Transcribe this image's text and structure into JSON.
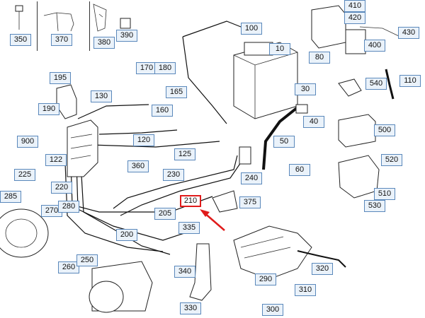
{
  "callouts": [
    {
      "label": "350",
      "highlighted": false
    },
    {
      "label": "370",
      "highlighted": false
    },
    {
      "label": "380",
      "highlighted": false
    },
    {
      "label": "390",
      "highlighted": false
    },
    {
      "label": "410",
      "highlighted": false
    },
    {
      "label": "420",
      "highlighted": false
    },
    {
      "label": "430",
      "highlighted": false
    },
    {
      "label": "400",
      "highlighted": false
    },
    {
      "label": "100",
      "highlighted": false
    },
    {
      "label": "10",
      "highlighted": false
    },
    {
      "label": "80",
      "highlighted": false
    },
    {
      "label": "110",
      "highlighted": false
    },
    {
      "label": "540",
      "highlighted": false
    },
    {
      "label": "30",
      "highlighted": false
    },
    {
      "label": "40",
      "highlighted": false
    },
    {
      "label": "500",
      "highlighted": false
    },
    {
      "label": "50",
      "highlighted": false
    },
    {
      "label": "520",
      "highlighted": false
    },
    {
      "label": "60",
      "highlighted": false
    },
    {
      "label": "510",
      "highlighted": false
    },
    {
      "label": "530",
      "highlighted": false
    },
    {
      "label": "195",
      "highlighted": false
    },
    {
      "label": "170",
      "highlighted": false
    },
    {
      "label": "180",
      "highlighted": false
    },
    {
      "label": "130",
      "highlighted": false
    },
    {
      "label": "165",
      "highlighted": false
    },
    {
      "label": "190",
      "highlighted": false
    },
    {
      "label": "160",
      "highlighted": false
    },
    {
      "label": "900",
      "highlighted": false
    },
    {
      "label": "120",
      "highlighted": false
    },
    {
      "label": "125",
      "highlighted": false
    },
    {
      "label": "122",
      "highlighted": false
    },
    {
      "label": "360",
      "highlighted": false
    },
    {
      "label": "230",
      "highlighted": false
    },
    {
      "label": "240",
      "highlighted": false
    },
    {
      "label": "225",
      "highlighted": false
    },
    {
      "label": "285",
      "highlighted": false
    },
    {
      "label": "220",
      "highlighted": false
    },
    {
      "label": "210",
      "highlighted": true
    },
    {
      "label": "375",
      "highlighted": false
    },
    {
      "label": "270",
      "highlighted": false
    },
    {
      "label": "280",
      "highlighted": false
    },
    {
      "label": "205",
      "highlighted": false
    },
    {
      "label": "200",
      "highlighted": false
    },
    {
      "label": "335",
      "highlighted": false
    },
    {
      "label": "260",
      "highlighted": false
    },
    {
      "label": "250",
      "highlighted": false
    },
    {
      "label": "340",
      "highlighted": false
    },
    {
      "label": "320",
      "highlighted": false
    },
    {
      "label": "290",
      "highlighted": false
    },
    {
      "label": "310",
      "highlighted": false
    },
    {
      "label": "330",
      "highlighted": false
    },
    {
      "label": "300",
      "highlighted": false
    }
  ],
  "colors": {
    "callout_border": "#5a88bb",
    "callout_fill": "#eaf2fa",
    "highlight": "#e01b1b"
  }
}
